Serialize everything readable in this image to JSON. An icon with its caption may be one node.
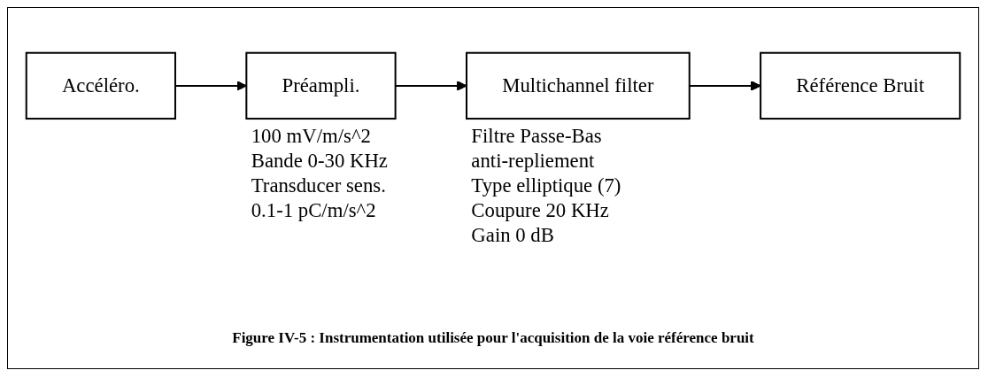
{
  "diagram": {
    "caption": "Figure IV-5 : Instrumentation utilisée pour l'acquisition de la voie référence bruit",
    "nodes": [
      {
        "text": [
          "Accéléro."
        ]
      },
      {
        "text": [
          "Préampli."
        ],
        "beside": [
          "100 mV/m/s^2",
          "Bande 0-30 KHz",
          "Transducer sens. 0.1-1 pC/m/s^2"
        ]
      },
      {
        "text": [
          "Multichannel filter"
        ],
        "beside": [
          "Filtre Passe-Bas anti-repliement",
          "Type elliptique (7)",
          "Coupure 20 KHz",
          "Gain 0 dB"
        ]
      },
      {
        "text": [
          "Référence Bruit"
        ]
      }
    ],
    "edges": [
      {
        "from": 0,
        "to": 1,
        "arrow": "to"
      },
      {
        "from": 1,
        "to": 2,
        "arrow": "to"
      },
      {
        "from": 2,
        "to": 3,
        "arrow": "to"
      }
    ]
  }
}
